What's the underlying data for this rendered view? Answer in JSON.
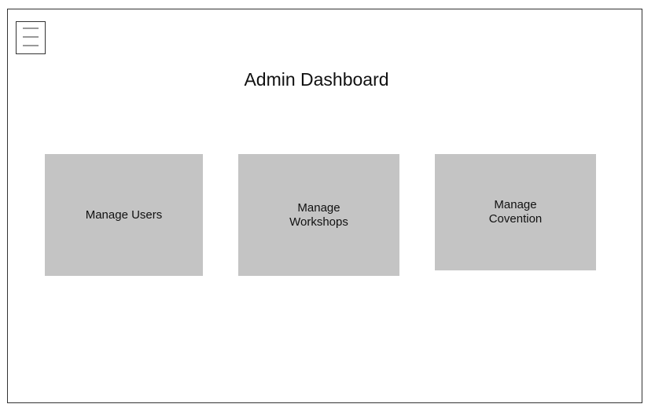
{
  "header": {
    "title": "Admin Dashboard",
    "menu_icon": "hamburger-menu-icon"
  },
  "tiles": [
    {
      "label": "Manage Users"
    },
    {
      "label": "Manage Workshops"
    },
    {
      "label": "Manage Covention"
    }
  ],
  "colors": {
    "tile_background": "#c4c4c4",
    "border": "#333333"
  }
}
